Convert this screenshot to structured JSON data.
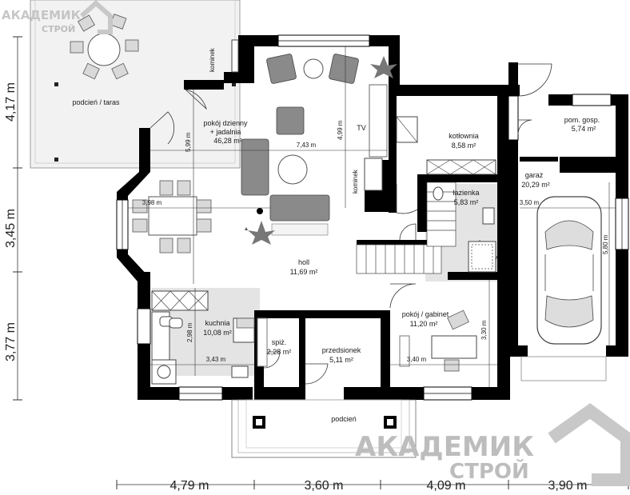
{
  "watermark": {
    "brand_line1": "АКАДЕМИК",
    "brand_line2": "СТРОЙ"
  },
  "rooms": {
    "terrace": "podcień / taras",
    "living_line1": "pokój dzienny",
    "living_line2": "+ jadalnia",
    "living_area": "46,28 m²",
    "boiler": "kotłownia",
    "boiler_area": "8,58 m²",
    "utility": "pom. gosp.",
    "utility_area": "5,74 m²",
    "garage": "garaż",
    "garage_area": "20,29 m²",
    "bathroom": "łazienka",
    "bathroom_area": "5,83 m²",
    "hall": "holl",
    "hall_area": "11,69 m²",
    "kitchen": "kuchnia",
    "kitchen_area": "10,08 m²",
    "pantry": "spiż.",
    "pantry_area": "2,28 m²",
    "vestibule": "przedsionek",
    "vestibule_area": "5,11 m²",
    "study": "pokój / gabinet",
    "study_area": "11,20 m²",
    "porch": "podcień",
    "fireplace1": "kominek",
    "fireplace2": "kominek",
    "tv": "TV"
  },
  "inner_dims": {
    "d599": "5,99 m",
    "d743": "7,43 m",
    "d499": "4,99 m",
    "d398": "3,98 m",
    "d350": "3,50 m",
    "d580": "5,80 m",
    "d298": "2,98 m",
    "d343": "3,43 m",
    "d340": "3,40 m",
    "d330": "3,30 m"
  },
  "outer_dims": {
    "left": [
      "4,17 m",
      "3,45 m",
      "3,77 m"
    ],
    "bottom": [
      "4,79 m",
      "3,60 m",
      "4,09 m",
      "3,90 m"
    ]
  }
}
